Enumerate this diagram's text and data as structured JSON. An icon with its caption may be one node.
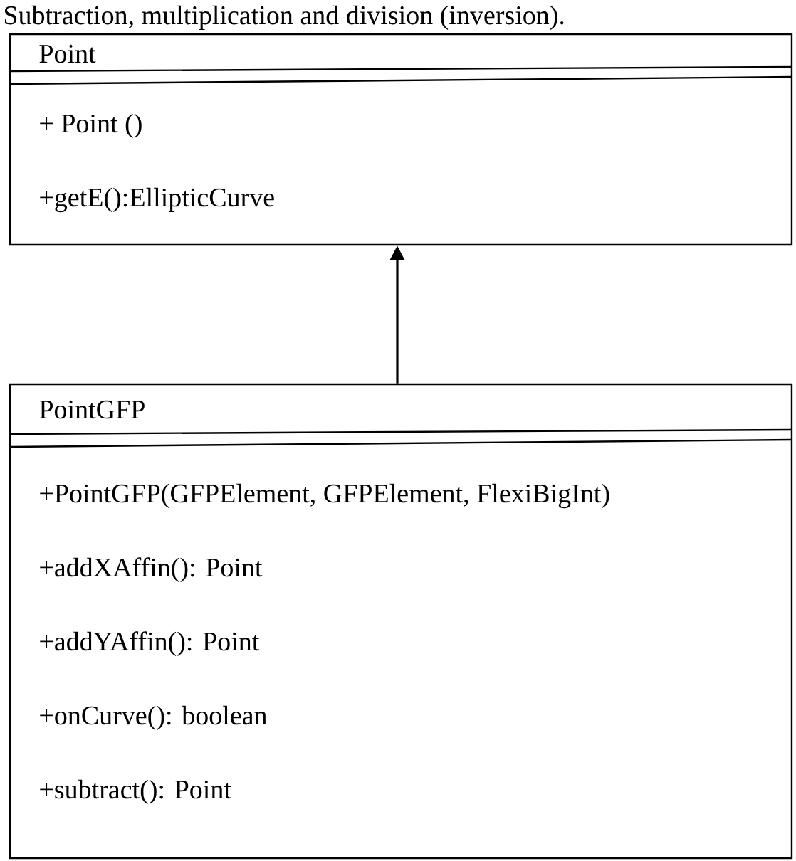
{
  "diagram": {
    "nodes": [
      {
        "text": [
          "Point",
          "+ Point ()",
          "+getE():EllipticCurve"
        ]
      },
      {
        "text": [
          "PointGFP",
          "+PointGFP(GFPElement, GFPElement, FlexiBigInt)",
          "+addXAffin(): Point",
          "+addYAffin(): Point",
          "+onCurve(): boolean",
          "+subtract(): Point"
        ]
      }
    ],
    "edges": [
      {
        "from": 1,
        "to": 0,
        "arrow": "to"
      }
    ],
    "labels": [
      "Subtraction, multiplication and division (inversion)."
    ]
  }
}
